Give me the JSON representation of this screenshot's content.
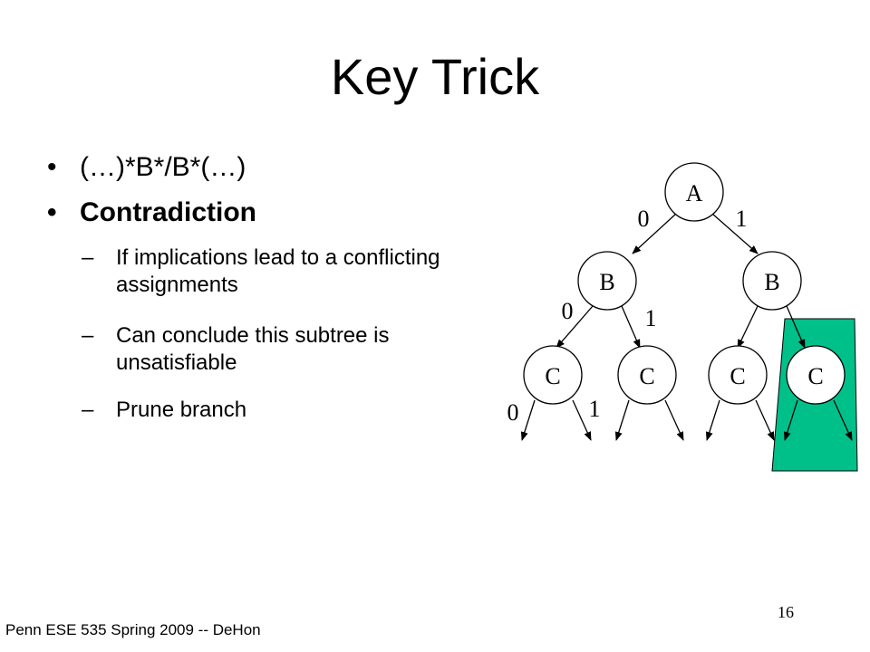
{
  "slide": {
    "title": "Key Trick",
    "bullets": [
      {
        "text": "(…)*B*/B*(…)"
      },
      {
        "text": "Contradiction"
      }
    ],
    "subbullets": [
      {
        "text": "If implications lead to a conflicting assignments"
      },
      {
        "text": "Can conclude this subtree is unsatisfiable"
      },
      {
        "text": "Prune branch"
      }
    ],
    "footer": "Penn ESE 535 Spring 2009 -- DeHon",
    "page_number": "16"
  },
  "tree": {
    "nodes": {
      "root": "A",
      "level1": "B",
      "level2": "C"
    },
    "edge_labels": {
      "zero": "0",
      "one": "1"
    },
    "pruned_fill": "#00c08a"
  }
}
